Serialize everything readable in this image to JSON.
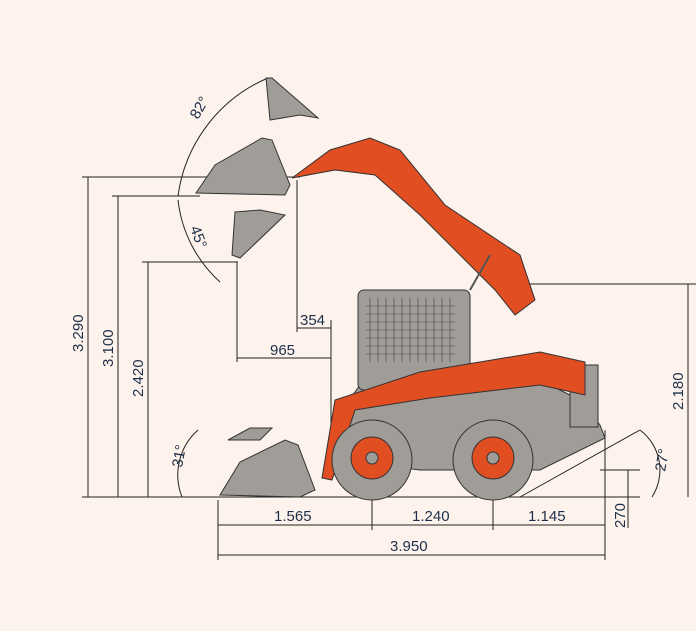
{
  "title": "Skid steer loader dimensions",
  "colors": {
    "background": "#fdf3ec",
    "machine_orange": "#e04e22",
    "machine_grey": "#a09d99",
    "label": "#1d2f4a"
  },
  "angles": {
    "dump_raised": "82°",
    "dump_mid": "45°",
    "rollback_ground": "31°",
    "departure": "27°"
  },
  "heights": {
    "hinge_pin": "3.290",
    "bucket_level_max": "3.100",
    "dump_clearance": "2.420",
    "overall_height": "2.180",
    "ground_clearance": "270"
  },
  "reaches": {
    "dump_reach_top": "354",
    "dump_reach_mid": "965"
  },
  "lengths": {
    "front_overhang": "1.565",
    "wheelbase": "1.240",
    "rear_overhang": "1.145",
    "overall_length": "3.950"
  }
}
